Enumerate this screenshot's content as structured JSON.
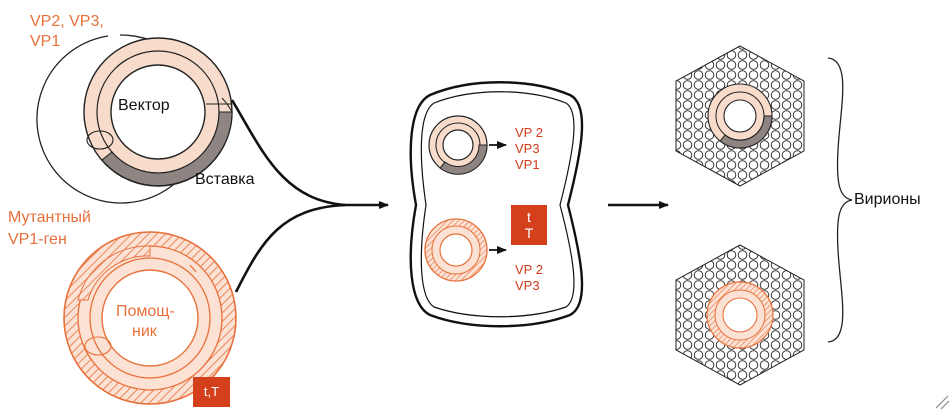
{
  "labels": {
    "vp_top": "VP2, VP3,",
    "vp_top_2": "VP1",
    "vector": "Вектор",
    "insert": "Вставка",
    "mutant_1": "Мутантный",
    "mutant_2": "VP1-ген",
    "helper_1": "Помощ-",
    "helper_2": "ник",
    "virions": "Вирионы"
  },
  "cell": {
    "upper_proteins": [
      "VP 2",
      "VP3",
      "VP1"
    ],
    "lower_proteins": [
      "VP 2",
      "VP3"
    ],
    "badge_line1": "t",
    "badge_line2": "T"
  },
  "helper_badge": "t,T",
  "colors": {
    "ring_fill": "#f7dccb",
    "insert_fill": "#8e8582",
    "helper_orange": "#e8703a",
    "badge_red": "#d4401c"
  }
}
